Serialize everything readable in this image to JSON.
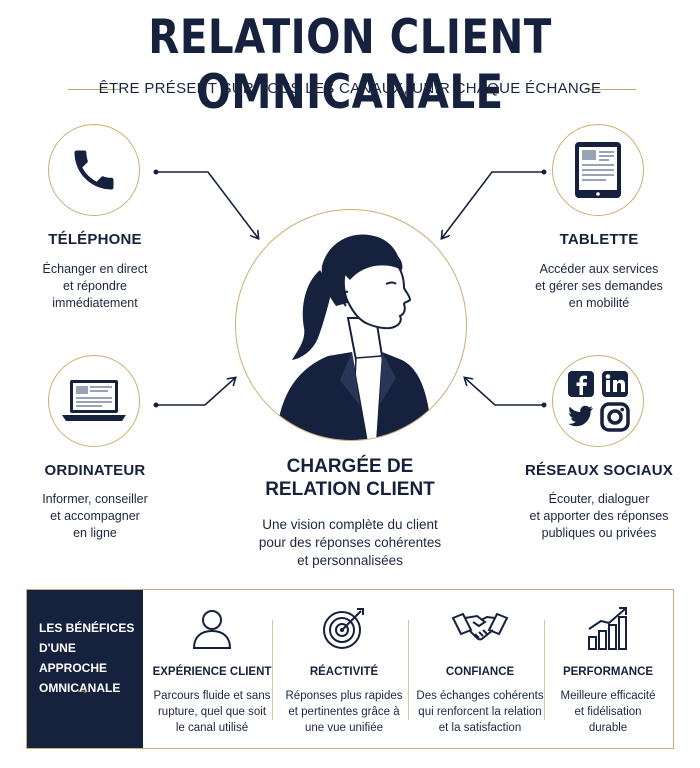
{
  "title": "RELATION CLIENT OMNICANALE",
  "subtitle": "ÊTRE PRÉSENT SUR TOUS LES CANAUX, UNIR CHAQUE ÉCHANGE",
  "colors": {
    "navy": "#16213d",
    "gold": "#c9ae72"
  },
  "channels": {
    "telephone": {
      "title": "TÉLÉPHONE",
      "desc": [
        "Échanger en direct",
        "et répondre",
        "immédiatement"
      ],
      "icon": "phone-icon"
    },
    "tablette": {
      "title": "TABLETTE",
      "desc": [
        "Accéder aux services",
        "et gérer ses demandes",
        "en mobilité"
      ],
      "icon": "tablet-icon"
    },
    "ordinateur": {
      "title": "ORDINATEUR",
      "desc": [
        "Informer, conseiller",
        "et accompagner",
        "en ligne"
      ],
      "icon": "laptop-icon"
    },
    "reseaux": {
      "title": "RÉSEAUX SOCIAUX",
      "desc": [
        "Écouter, dialoguer",
        "et apporter des réponses",
        "publiques ou privées"
      ],
      "icon": "social-icons"
    }
  },
  "central": {
    "title": [
      "CHARGÉE DE",
      "RELATION CLIENT"
    ],
    "desc": [
      "Une vision complète du client",
      "pour des réponses cohérentes",
      "et personnalisées"
    ]
  },
  "benefits": {
    "side_lines": [
      "LES BÉNÉFICES",
      "D'UNE APPROCHE",
      "OMNICANALE"
    ],
    "arrow": "→",
    "items": [
      {
        "title": "EXPÉRIENCE CLIENT",
        "desc": [
          "Parcours fluide et sans",
          "rupture, quel que soit",
          "le canal utilisé"
        ],
        "icon": "user-icon"
      },
      {
        "title": "RÉACTIVITÉ",
        "desc": [
          "Réponses plus rapides",
          "et pertinentes grâce à",
          "une vue unifiée"
        ],
        "icon": "target-icon"
      },
      {
        "title": "CONFIANCE",
        "desc": [
          "Des échanges cohérents",
          "qui renforcent la relation",
          "et la satisfaction"
        ],
        "icon": "handshake-icon"
      },
      {
        "title": "PERFORMANCE",
        "desc": [
          "Meilleure efficacité",
          "et fidélisation",
          "durable"
        ],
        "icon": "growth-chart-icon"
      }
    ]
  }
}
